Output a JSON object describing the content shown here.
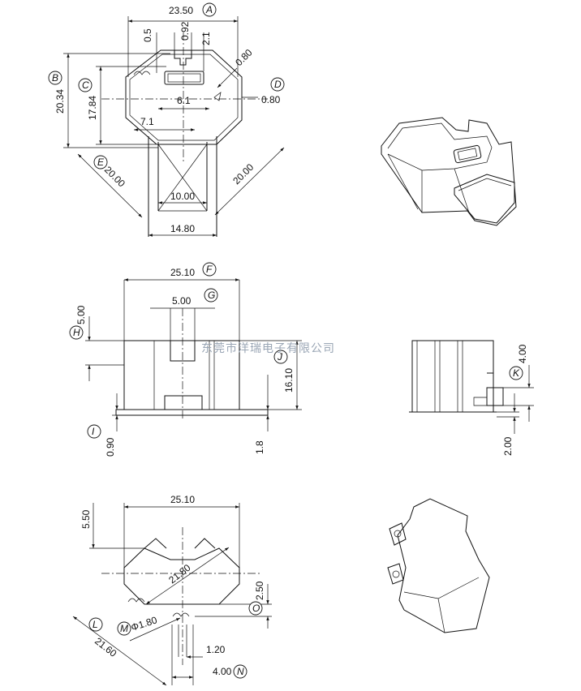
{
  "watermark": "东莞市洋瑞电子有限公司",
  "top_view": {
    "dims": {
      "width": "23.50",
      "slot_a": "0.5",
      "slot_b": "0.92",
      "slot_c": "2.1",
      "chamfer": "0.80",
      "gap": "0.80",
      "height_b": "20.34",
      "height_c": "17.84",
      "inner_61": "6.1",
      "inner_71": "7.1",
      "diag_left": "20.00",
      "diag_right": "20.00",
      "leg_inner": "10.00",
      "leg_outer": "14.80"
    },
    "labels": {
      "a": "A",
      "b": "B",
      "c": "C",
      "d": "D",
      "e": "E"
    }
  },
  "front_view": {
    "dims": {
      "width": "25.10",
      "slot": "5.00",
      "step": "5.00",
      "height": "16.10",
      "base": "0.90",
      "right_base": "1.8"
    },
    "labels": {
      "f": "F",
      "g": "G",
      "h": "H",
      "i": "I",
      "j": "J"
    }
  },
  "side_view": {
    "dims": {
      "pin_h": "4.00",
      "pin_b": "2.00"
    },
    "labels": {
      "k": "K"
    }
  },
  "bottom_view": {
    "dims": {
      "width": "25.10",
      "top_off": "5.50",
      "diag": "21.80",
      "right_off": "2.50",
      "hole": "Φ1.80",
      "span": "21.60",
      "pin_gap": "1.20",
      "pin_w": "4.00"
    },
    "labels": {
      "l": "L",
      "m": "M",
      "n": "N",
      "o": "O"
    }
  }
}
